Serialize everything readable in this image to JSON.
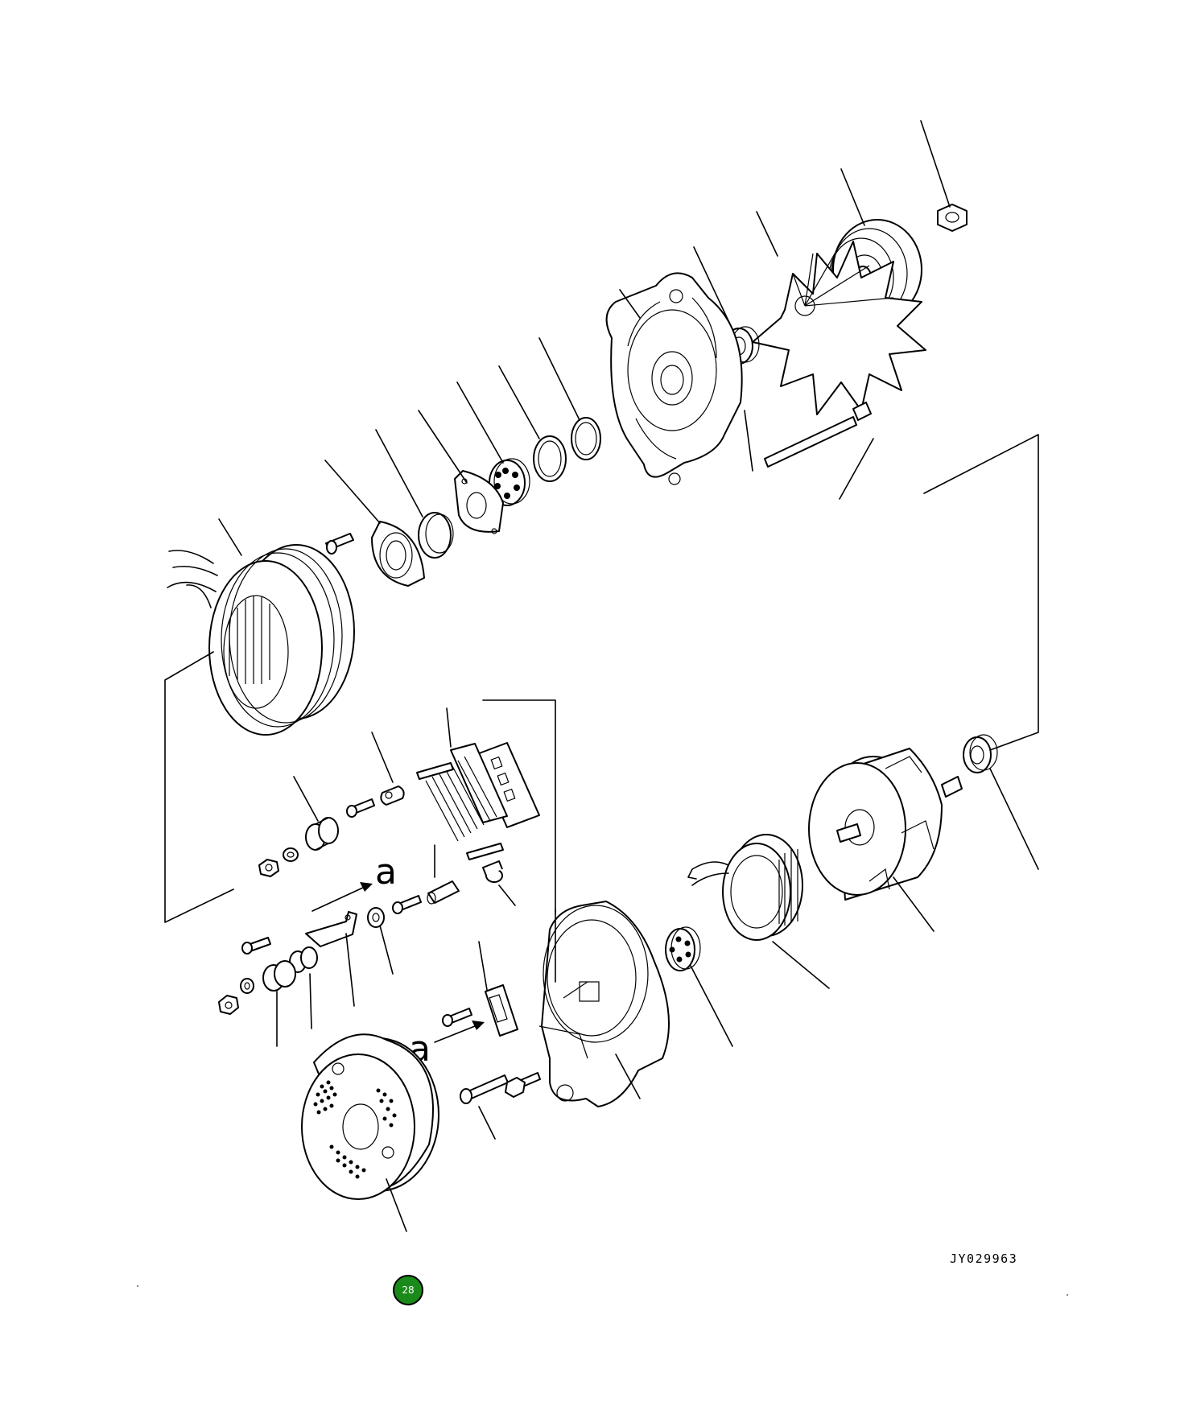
{
  "diagram": {
    "callout_letter_top": "a",
    "callout_letter_bottom": "a",
    "document_code": "JY029963"
  },
  "page_badge": {
    "number": "28",
    "color": "#1a8a1a"
  }
}
